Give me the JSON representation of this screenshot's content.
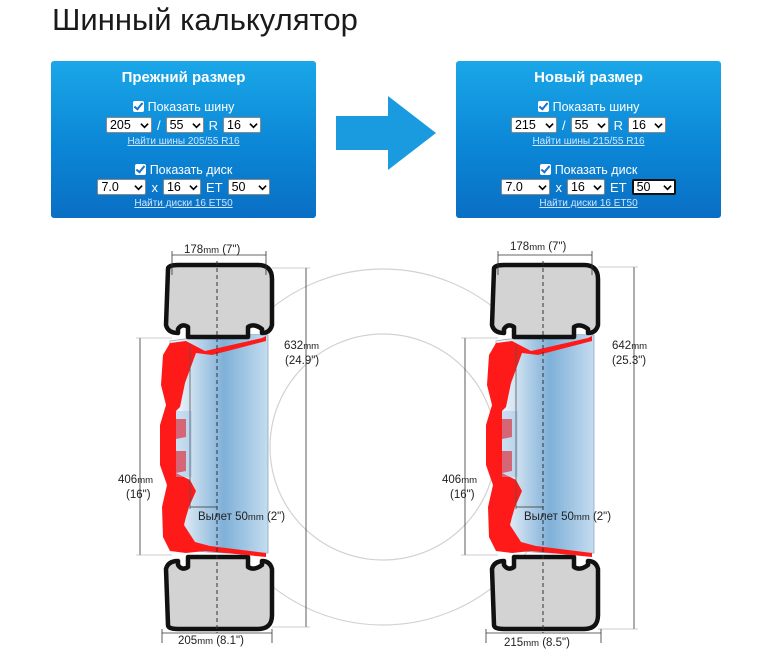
{
  "page_title": "Шинный калькулятор",
  "panels": {
    "old": {
      "title": "Прежний размер",
      "show_tire_label": "Показать шину",
      "tire_width": "205",
      "tire_sep": "/",
      "tire_profile": "55",
      "tire_r": "R",
      "tire_diameter": "16",
      "tire_link": "Найти шины 205/55 R16",
      "show_disk_label": "Показать диск",
      "disk_width": "7.0",
      "disk_x": "x",
      "disk_diameter": "16",
      "disk_et_label": "ET",
      "disk_et": "50",
      "disk_link": "Найти диски 16 ET50"
    },
    "new": {
      "title": "Новый размер",
      "show_tire_label": "Показать шину",
      "tire_width": "215",
      "tire_sep": "/",
      "tire_profile": "55",
      "tire_r": "R",
      "tire_diameter": "16",
      "tire_link": "Найти шины 215/55 R16",
      "show_disk_label": "Показать диск",
      "disk_width": "7.0",
      "disk_x": "x",
      "disk_diameter": "16",
      "disk_et_label": "ET",
      "disk_et": "50",
      "disk_link": "Найти диски 16 ET50"
    }
  },
  "diagram": {
    "old": {
      "rim_width": "178",
      "rim_width_in": " (7\")",
      "outer_diameter": "632",
      "outer_diameter_in": "(24.9\")",
      "rim_diameter": "406",
      "rim_diameter_in": "(16\")",
      "offset_label": "Вылет 50",
      "offset_in": " (2\")",
      "tire_width": "205",
      "tire_width_in": " (8.1\")"
    },
    "new": {
      "rim_width": "178",
      "rim_width_in": " (7\")",
      "outer_diameter": "642",
      "outer_diameter_in": "(25.3\")",
      "rim_diameter": "406",
      "rim_diameter_in": "(16\")",
      "offset_label": "Вылет 50",
      "offset_in": " (2\")",
      "tire_width": "215",
      "tire_width_in": " (8.5\")"
    },
    "unit": "mm"
  },
  "colors": {
    "panel_top": "#1aa7e8",
    "panel_bottom": "#0a6fc4",
    "arrow": "#1a9be0",
    "rim_red": "#ff1a1a",
    "tire_fill": "#d3d3d3"
  }
}
